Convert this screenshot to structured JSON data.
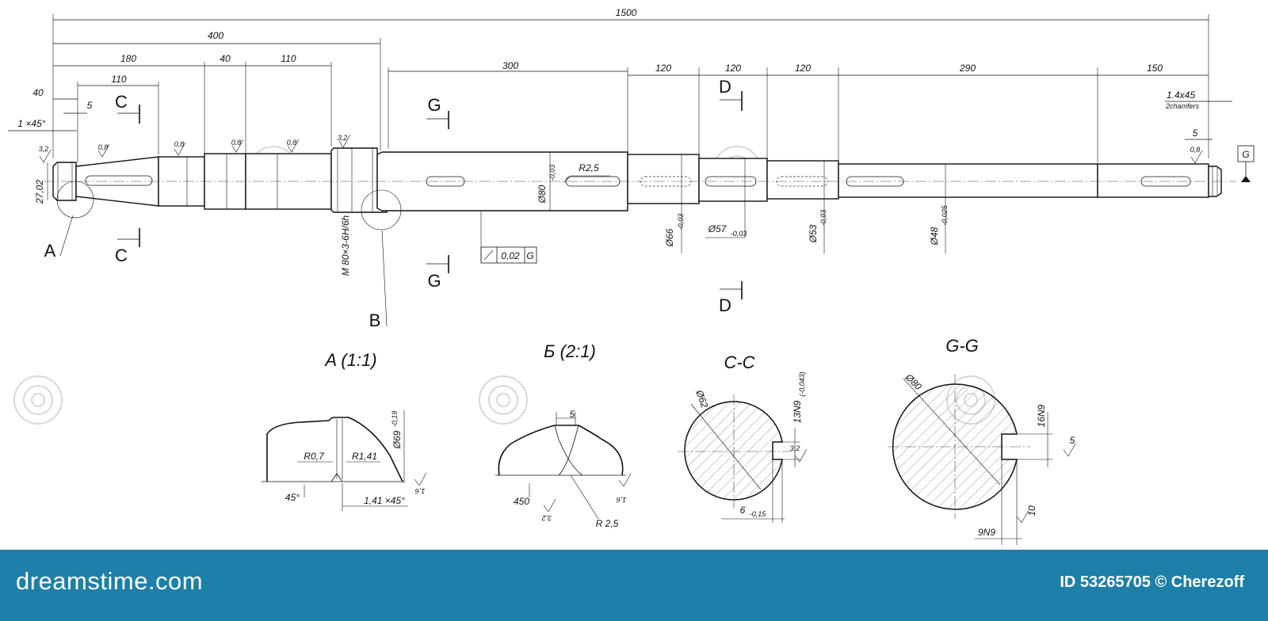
{
  "drawing": {
    "overall_dims": [
      "1500",
      "400"
    ],
    "segment_dims": [
      "180",
      "40",
      "110",
      "300",
      "120",
      "120",
      "120",
      "290",
      "150"
    ],
    "left_dims": [
      "40",
      "110",
      "5",
      "1 ×45°"
    ],
    "right_dims": [
      "1.4x45",
      "2chamfers",
      "5"
    ],
    "roughness": [
      "3,2",
      "0,8",
      "0,8",
      "0,8",
      "0,8",
      "3,2",
      "0,8"
    ],
    "diameters": {
      "d27": "27,02",
      "d80": "Ø80",
      "d80_tol": "-0,03",
      "d66": "Ø66",
      "d66_tol": "-0,03",
      "d57": "Ø57",
      "d57_tol": "-0,03",
      "d53": "Ø53",
      "d53_tol": "-0,03",
      "d48": "Ø48",
      "d48_tol": "-0,025"
    },
    "radius_main": "R2,5",
    "thread": "M 80×3-6H/6h",
    "tolerance_frame": [
      "0,02",
      "G"
    ],
    "datum": "G",
    "section_labels": {
      "C": "C",
      "G": "G",
      "D": "D",
      "A": "A",
      "B": "B"
    },
    "detail_A": {
      "title": "A (1:1)",
      "r1": "R0,7",
      "r2": "R1,41",
      "angle": "45°",
      "chamfer": "1,41 ×45°",
      "diam": "Ø69",
      "diam_tol": "-0,19",
      "rough": "1,6"
    },
    "detail_B": {
      "title": "Б (2:1)",
      "w": "5",
      "angle": "450",
      "rough1": "3,2",
      "radius": "R 2,5",
      "rough2": "1,6"
    },
    "section_CC": {
      "title": "C-C",
      "diam": "Ø62",
      "key": "13N9",
      "key_tol": "(-0,043)",
      "rough": "3,2",
      "depth": "6",
      "depth_tol": "-0,15"
    },
    "section_GG": {
      "title": "G-G",
      "diam": "Ø80",
      "key": "16N9",
      "rough": "5",
      "depth": "9N9",
      "rough2": "10"
    }
  },
  "footer": {
    "brand": "dreamstime.com",
    "credit": "ID 53265705 © Cherezoff"
  },
  "colors": {
    "footer_bg": "#1e7fa8",
    "ink": "#111111",
    "watermark": "#dcdcdc"
  }
}
